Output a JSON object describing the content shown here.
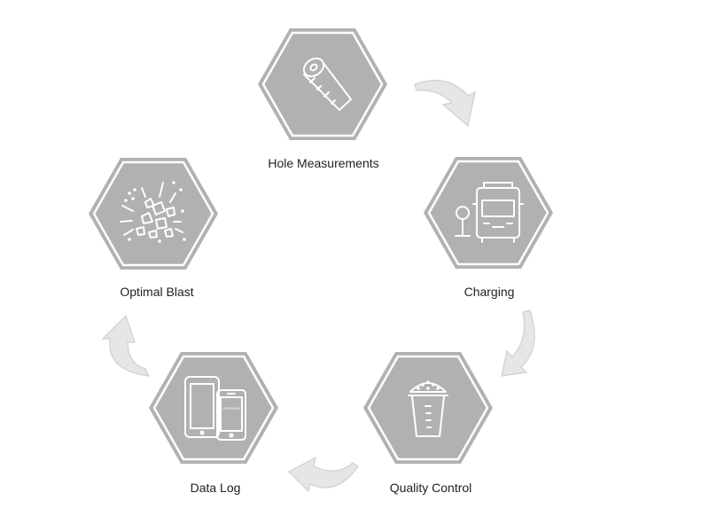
{
  "diagram": {
    "steps": [
      {
        "label": "Hole Measurements",
        "icon": "tape-measure-icon"
      },
      {
        "label": "Charging",
        "icon": "truck-icon"
      },
      {
        "label": "Quality Control",
        "icon": "sample-cup-icon"
      },
      {
        "label": "Data Log",
        "icon": "tablet-phone-icon"
      },
      {
        "label": "Optimal Blast",
        "icon": "blast-fragments-icon"
      }
    ],
    "phone_brand": "CPURIUM",
    "colors": {
      "hexagon_fill": "#b1b1b3",
      "arrow_fill": "#e6e6e6",
      "arrow_stroke": "#cfcfcf"
    }
  }
}
